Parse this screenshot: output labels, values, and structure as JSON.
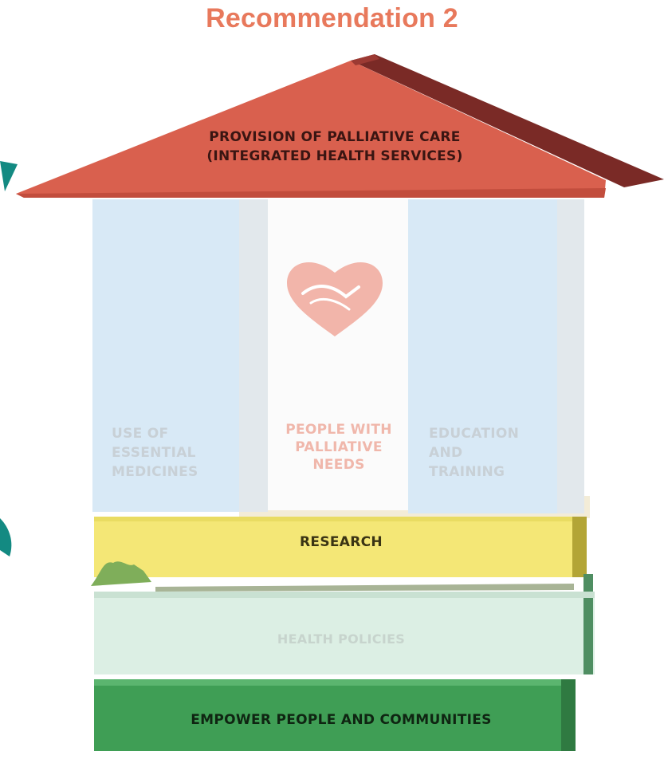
{
  "header": {
    "title": "Recommendation 2"
  },
  "roof": {
    "line1": "PROVISION OF PALLIATIVE CARE",
    "line2": "(INTEGRATED HEALTH SERVICES)"
  },
  "pillars": {
    "left": [
      "USE OF",
      "ESSENTIAL",
      "MEDICINES"
    ],
    "center": [
      "PEOPLE WITH",
      "PALLIATIVE",
      "NEEDS"
    ],
    "right": [
      "EDUCATION",
      "AND",
      "TRAINING"
    ]
  },
  "foundation": {
    "research": "RESEARCH",
    "health_policies": "HEALTH POLICIES",
    "empower": "EMPOWER PEOPLE AND COMMUNITIES"
  },
  "icons": {
    "center": "heart-handshake-icon"
  },
  "colors": {
    "title": "#e8795c",
    "roof": "#d9604e",
    "roof_dark": "#7a2a26",
    "pillar": "#d9eaf6",
    "research": "#f4e776",
    "policies": "#dcefe4",
    "empower": "#3f9e55",
    "accent_arrow": "#138a82"
  }
}
